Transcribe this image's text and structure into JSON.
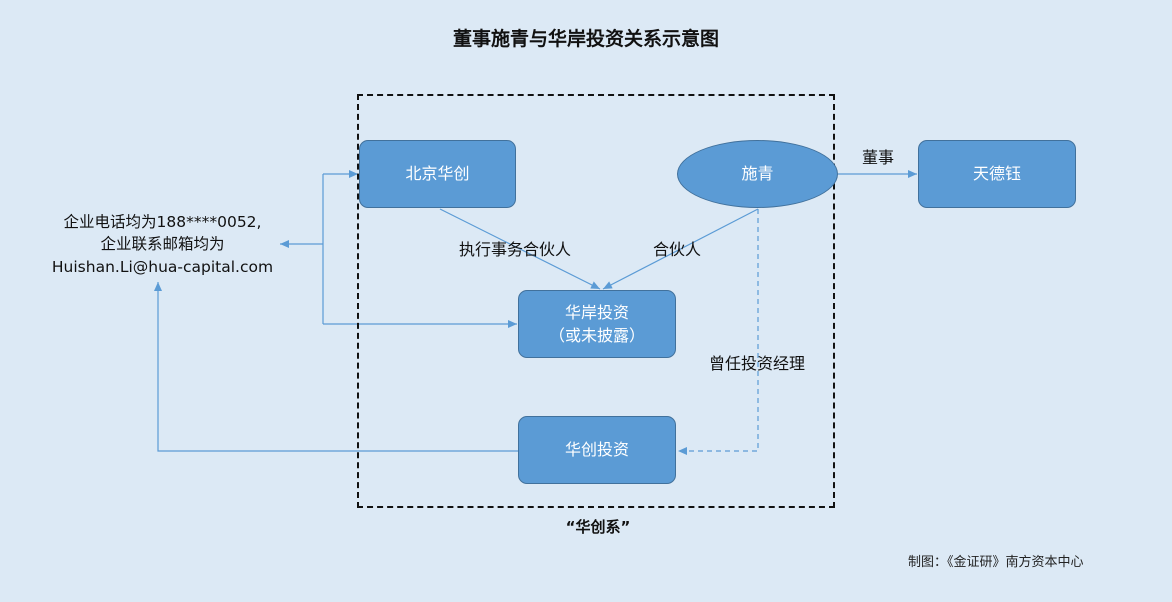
{
  "title": "董事施青与华岸投资关系示意图",
  "group_label": "“华创系”",
  "nodes": {
    "beijing_huachuang": "北京华创",
    "shi_qing": "施青",
    "tiandeyu": "天德钰",
    "huaan_line1": "华岸投资",
    "huaan_line2": "（或未披露）",
    "huachuang_invest": "华创投资"
  },
  "edge_labels": {
    "director": "董事",
    "executive_partner": "执行事务合伙人",
    "partner": "合伙人",
    "former_manager": "曾任投资经理"
  },
  "contact": {
    "line1": "企业电话均为188****0052,",
    "line2": "企业联系邮箱均为",
    "line3": "Huishan.Li@hua-capital.com"
  },
  "credit": "制图：《金证研》南方资本中心",
  "colors": {
    "background": "#dce9f5",
    "node_fill": "#5b9bd5",
    "node_border": "#41719c",
    "connector": "#5b9bd5"
  }
}
